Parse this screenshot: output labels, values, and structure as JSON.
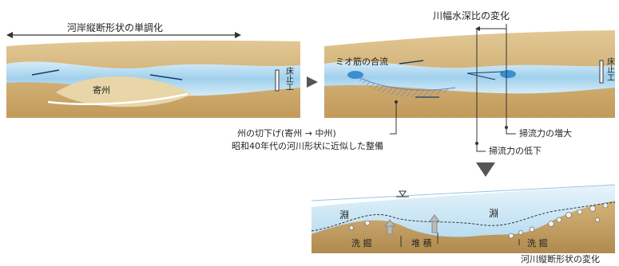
{
  "top_left": {
    "heading": "河岸縦断形状の単調化",
    "sandbar": "寄州",
    "groundsill": "床止工"
  },
  "top_right": {
    "heading": "川幅水深比の変化",
    "merge": "ミオ筋の合流",
    "groundsill": "床止工",
    "note_line1": "州の切下げ(寄州 → 中州)",
    "note_line2": "昭和40年代の河川形状に近似した整備",
    "scour_up": "掃流力の増大",
    "scour_down": "掃流力の低下"
  },
  "bottom": {
    "pool_left": "淵",
    "pool_right": "淵",
    "erosion_left": "洗 掘",
    "deposition": "堆 積",
    "erosion_right": "洗 掘",
    "caption": "河川縦断形状の変化"
  },
  "colors": {
    "bank": "#c9a66b",
    "bank_light": "#e2c894",
    "water": "#a9d6ee",
    "water_deep": "#3a8fd0",
    "sand": "#e8d6a8",
    "arrow": "#555555"
  }
}
